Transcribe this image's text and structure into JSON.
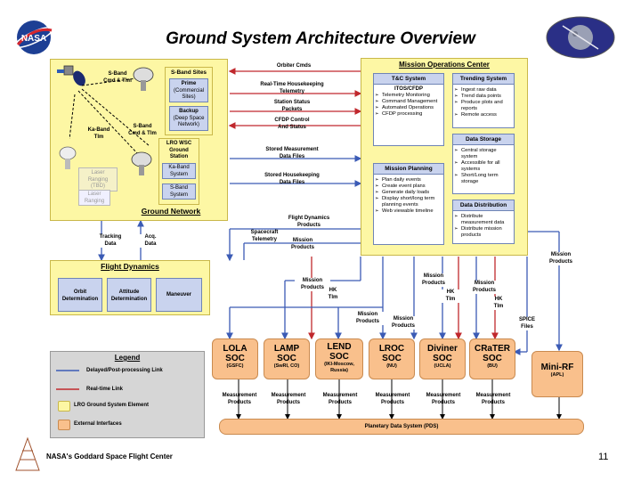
{
  "title": "Ground System Architecture Overview",
  "page_number": "11",
  "footer": "NASA's Goddard Space Flight Center",
  "ground_network": {
    "label": "Ground Network",
    "sband_sites": {
      "title": "S-Band Sites",
      "prime": [
        "Prime",
        "(Commercial",
        "Sites)"
      ],
      "backup": [
        "Backup",
        "(Deep Space",
        "Network)"
      ]
    },
    "lro_wsc": {
      "title": [
        "LRO WSC",
        "Ground",
        "Station"
      ],
      "ka": [
        "Ka-Band",
        "System"
      ],
      "s": [
        "S-Band",
        "System"
      ]
    },
    "laser_ranging_tbd": [
      "Laser",
      "Ranging",
      "(TBD)"
    ],
    "laser_ranging": [
      "Laser",
      "Ranging"
    ],
    "links": {
      "sband_top": [
        "S-Band",
        "Cmd & Tlm"
      ],
      "ka_band": [
        "Ka-Band",
        "Tlm"
      ],
      "sband_mid": [
        "S-Band",
        "Cmd & Tlm"
      ]
    }
  },
  "flows": {
    "orbiter_cmds": "Orbiter Cmds",
    "rt_hk": [
      "Real-Time Housekeeping",
      "Telemetry"
    ],
    "station_status": [
      "Station Status",
      "Packets"
    ],
    "cfdp": [
      "CFDP Control",
      "And Status"
    ],
    "stored_meas": [
      "Stored Measurement",
      "Data Files"
    ],
    "stored_hk": [
      "Stored Housekeeping",
      "Data Files"
    ],
    "fd_products": [
      "Flight Dynamics",
      "Products"
    ],
    "spacecraft_tlm": [
      "Spacecraft",
      "Telemetry"
    ],
    "mission_products_a": [
      "Mission",
      "Products"
    ],
    "tracking_data": [
      "Tracking",
      "Data"
    ],
    "acq_data": [
      "Acq.",
      "Data"
    ],
    "mission_products_b": [
      "Mission",
      "Products"
    ],
    "hk_tlm_a": [
      "HK",
      "Tlm"
    ],
    "mission_products_c": [
      "Mission",
      "Products"
    ],
    "mission_products_d": [
      "Mission",
      "Products"
    ],
    "mission_products_e": [
      "Mission",
      "Products"
    ],
    "hk_tlm_b": [
      "HK",
      "Tlm"
    ],
    "mission_products_f": [
      "Mission",
      "Products"
    ],
    "hk_tlm_c": [
      "HK",
      "Tlm"
    ],
    "mission_products_g": [
      "Mission",
      "Products"
    ],
    "spice_files": [
      "SPICE",
      "Files"
    ]
  },
  "moc": {
    "title": "Mission Operations Center",
    "tc": {
      "title": "T&C System",
      "sub": "ITOS/CFDP",
      "items": [
        "Telemetry Monitoring",
        "Command Management",
        "Automated Operations",
        "CFDP processing"
      ]
    },
    "trending": {
      "title": "Trending System",
      "items": [
        "Ingest raw data",
        "Trend data points",
        "Produce plots and reports",
        "Remote access"
      ]
    },
    "storage": {
      "title": "Data Storage",
      "items": [
        "Central storage system",
        "Accessible for all systems",
        "Short/Long term storage"
      ]
    },
    "planning": {
      "title": "Mission Planning",
      "items": [
        "Plan daily events",
        "Create event plans",
        "Generate daily loads",
        "Display short/long term planning events",
        "Web viewable timeline"
      ]
    },
    "distribution": {
      "title": "Data Distribution",
      "items": [
        "Distribute measurement data",
        "Distribute mission products"
      ]
    }
  },
  "flight_dynamics": {
    "title": "Flight Dynamics",
    "boxes": [
      [
        "Orbit",
        "Determination"
      ],
      [
        "Attitude",
        "Determination"
      ],
      [
        "Maneuver"
      ]
    ]
  },
  "legend": {
    "title": "Legend",
    "items": [
      "Delayed/Post-processing Link",
      "Real-time Link",
      "LRO Ground System Element",
      "External Interfaces"
    ]
  },
  "socs": [
    {
      "name": "LOLA",
      "name2": "SOC",
      "sub": [
        "(GSFC)"
      ]
    },
    {
      "name": "LAMP",
      "name2": "SOC",
      "sub": [
        "(SwRI, CO)"
      ]
    },
    {
      "name": "LEND",
      "name2": "SOC",
      "sub": [
        "(IKI-Moscow,",
        "Russia)"
      ]
    },
    {
      "name": "LROC",
      "name2": "SOC",
      "sub": [
        "(NU)"
      ]
    },
    {
      "name": "Diviner",
      "name2": "SOC",
      "sub": [
        "(UCLA)"
      ]
    },
    {
      "name": "CRaTER",
      "name2": "SOC",
      "sub": [
        "(BU)"
      ]
    },
    {
      "name": "Mini-RF",
      "name2": "",
      "sub": [
        "(APL)"
      ]
    }
  ],
  "measurement_products": [
    "Measurement",
    "Products"
  ],
  "pds": "Planetary Data System (PDS)",
  "colors": {
    "yellow": "#fdf7a4",
    "orange": "#f9c08c",
    "blue_link": "#3b5bb5",
    "red_link": "#c0282d",
    "box_blue": "#c9d3ee"
  }
}
